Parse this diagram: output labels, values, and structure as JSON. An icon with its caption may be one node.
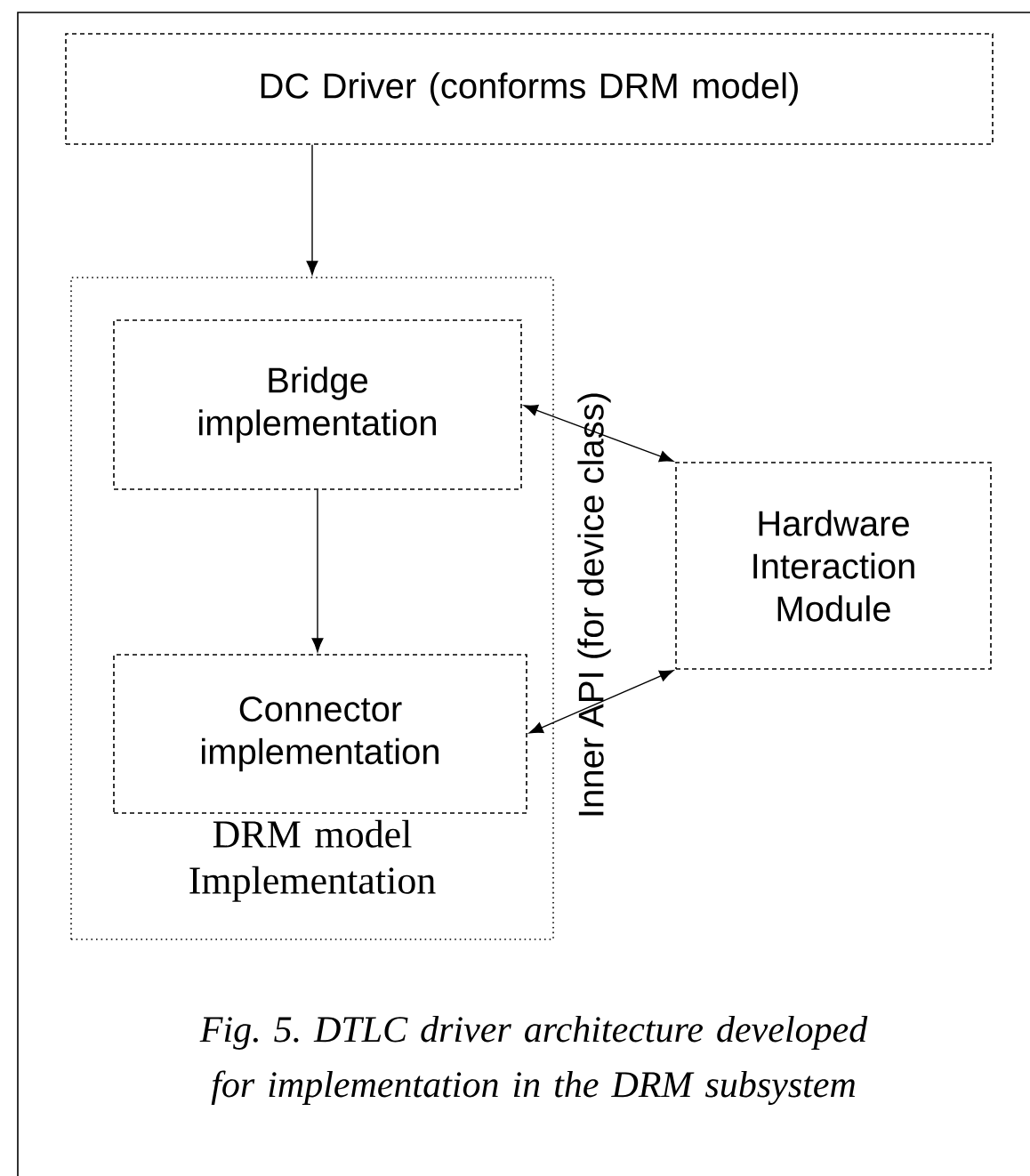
{
  "diagram": {
    "caption": "Fig. 5. DTLC driver architecture developed for implementation in the DRM subsystem",
    "nodes": [
      {
        "text": [
          "DC Driver (conforms DRM model)"
        ]
      },
      {
        "text": [
          "DRM model Implementation"
        ]
      },
      {
        "text": [
          "Bridge implementation"
        ],
        "in": 1
      },
      {
        "text": [
          "Connector implementation"
        ],
        "in": 1
      },
      {
        "text": [
          "Hardware Interaction Module"
        ]
      }
    ],
    "edges": [
      {
        "from": 0,
        "to": 1,
        "arrow": "to"
      },
      {
        "from": 2,
        "to": 3,
        "arrow": "to"
      },
      {
        "from": 2,
        "to": 4,
        "arrow": "both"
      },
      {
        "from": 3,
        "to": 4,
        "arrow": "both"
      }
    ],
    "labels": [
      "Inner API (for device class)"
    ]
  }
}
